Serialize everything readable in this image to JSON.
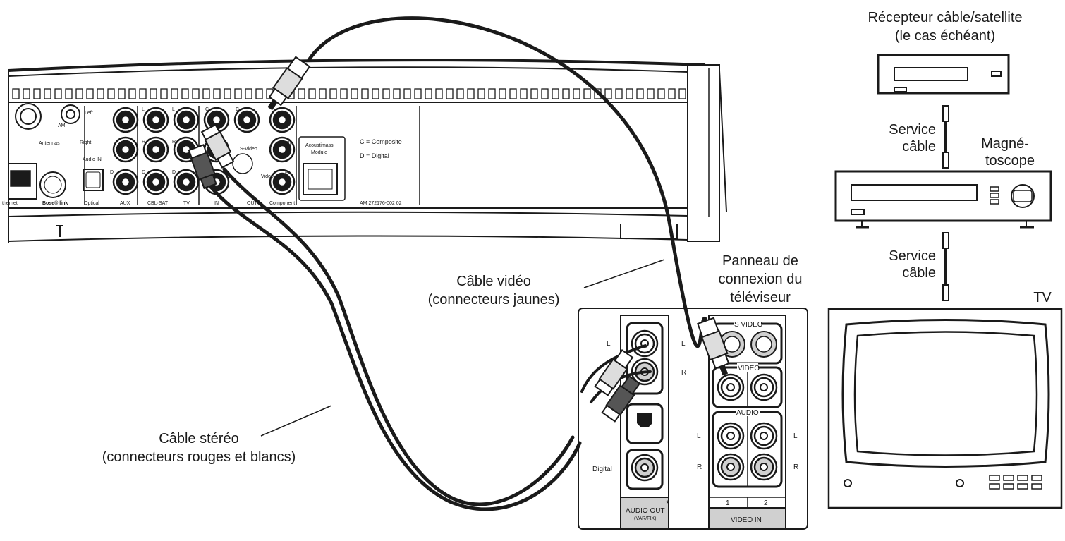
{
  "colors": {
    "line": "#1a1a1a",
    "panel_gray": "#d0d0d0",
    "dark_plug": "#555555",
    "light_plug": "#dddddd",
    "background": "#ffffff"
  },
  "labels": {
    "receiver_line1": "Récepteur câble/satellite",
    "receiver_line2": "(le cas échéant)",
    "service1_line1": "Service",
    "service1_line2": "câble",
    "vcr_line1": "Magné-",
    "vcr_line2": "toscope",
    "service2_line1": "Service",
    "service2_line2": "câble",
    "tv": "TV",
    "tv_panel_line1": "Panneau de",
    "tv_panel_line2": "connexion du",
    "tv_panel_line3": "téléviseur",
    "video_cable_line1": "Câble vidéo",
    "video_cable_line2": "(connecteurs jaunes)",
    "stereo_cable_line1": "Câble stéréo",
    "stereo_cable_line2": "(connecteurs rouges et blancs)"
  },
  "console": {
    "antennas": "Antennas",
    "am": "AM",
    "left": "Left",
    "right": "Right",
    "audio_in": "Audio IN",
    "r": "R",
    "l": "L",
    "d": "D",
    "c": "C",
    "ethernet": "thernet",
    "bose_link": "Bose® link",
    "optical": "Optical",
    "aux": "AUX",
    "cbl_sat": "CBL·SAT",
    "tv": "TV",
    "video_in": "IN",
    "video_out": "OUT",
    "video": "Video",
    "component": "Component",
    "s_video": "S-Video",
    "pb": "Pb",
    "pr": "Pr",
    "acoustimass_line1": "Acoustimass",
    "acoustimass_line2": "Module",
    "legend_c": "C = Composite",
    "legend_d": "D = Digital",
    "serial": "AM 272176-002 02"
  },
  "tv_panel": {
    "s_video": "S VIDEO",
    "video": "VIDEO",
    "audio": "AUDIO",
    "l": "L",
    "r": "R",
    "digital": "Digital",
    "audio_out": "AUDIO OUT",
    "asterisk": "*",
    "var_fix": "(VAR/FIX)",
    "col1": "1",
    "col2": "2",
    "video_in": "VIDEO IN"
  }
}
